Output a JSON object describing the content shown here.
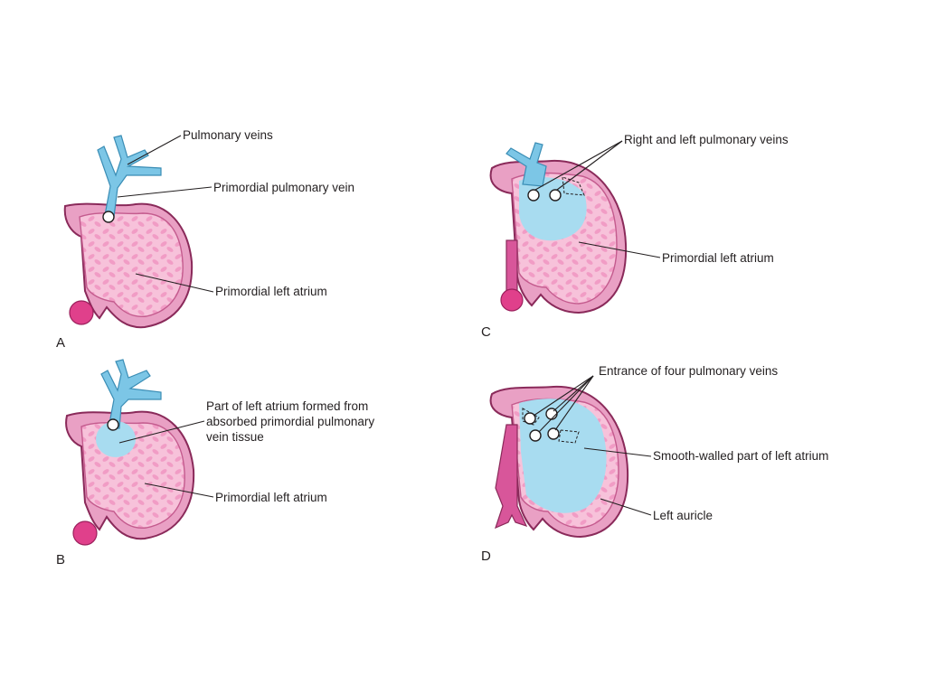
{
  "colors": {
    "trabeculated_wall": "#f4b4d2",
    "outer_wall": "#e9a0c4",
    "smooth_wall": "#a8dcf0",
    "vein": "#7cc6e6",
    "septum": "#d8569a"
  },
  "panels": {
    "a": {
      "letter": "A",
      "labels": {
        "pulmonary_veins": "Pulmonary veins",
        "primordial_pulmonary_vein": "Primordial pulmonary vein",
        "primordial_left_atrium": "Primordial left atrium"
      }
    },
    "b": {
      "letter": "B",
      "labels": {
        "absorbed_line1": "Part of left atrium formed from",
        "absorbed_line2": "absorbed primordial pulmonary",
        "absorbed_line3": "vein tissue",
        "primordial_left_atrium": "Primordial left atrium"
      }
    },
    "c": {
      "letter": "C",
      "labels": {
        "right_left_veins": "Right and left pulmonary veins",
        "primordial_left_atrium": "Primordial left atrium"
      }
    },
    "d": {
      "letter": "D",
      "labels": {
        "four_veins": "Entrance of four pulmonary veins",
        "smooth_walled": "Smooth-walled part of left atrium",
        "left_auricle": "Left auricle"
      }
    }
  }
}
